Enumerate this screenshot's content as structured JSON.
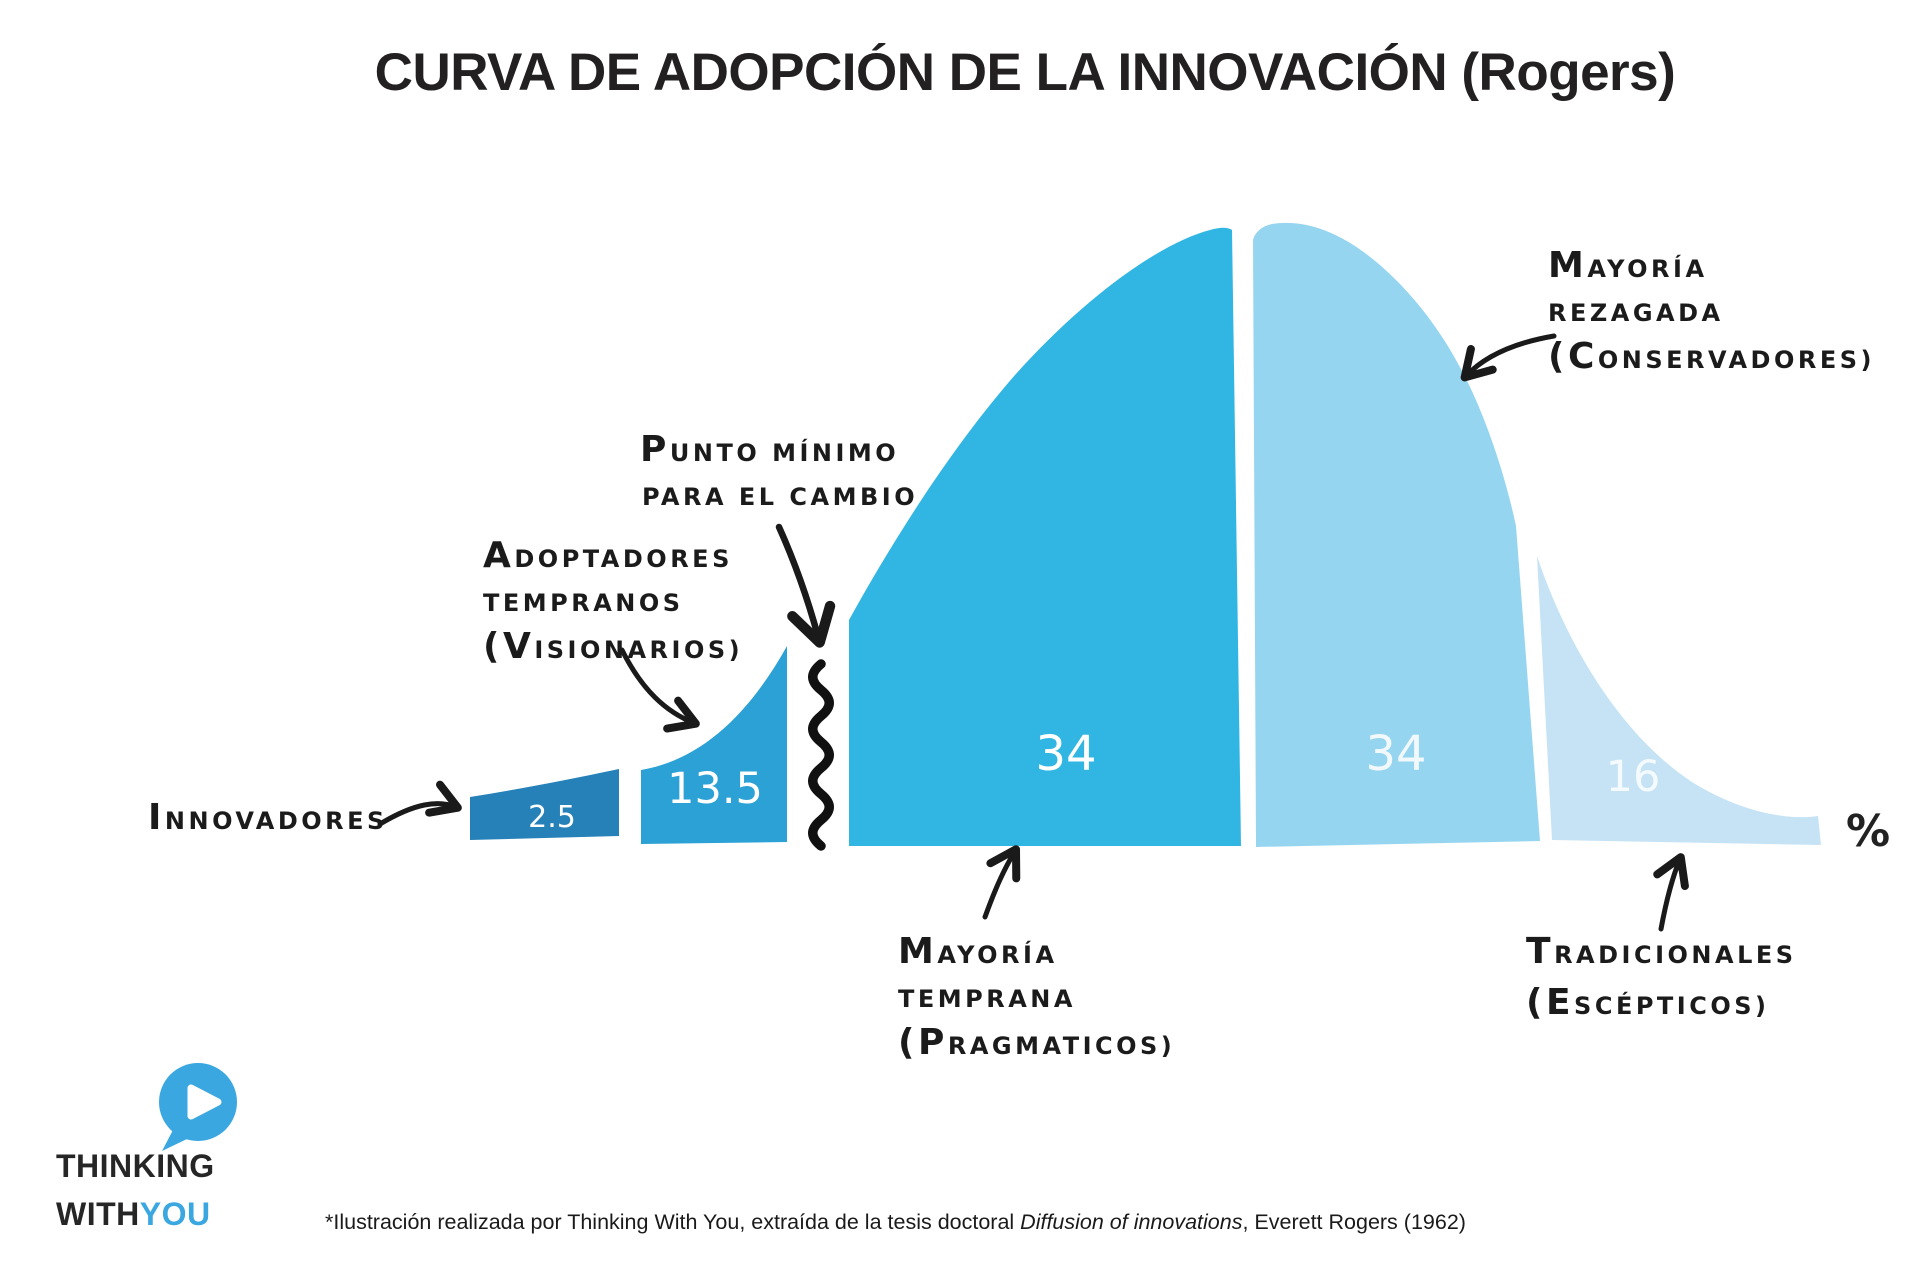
{
  "title": "CURVA DE ADOPCIÓN DE LA INNOVACIÓN (Rogers)",
  "axis": {
    "unit_label": "%"
  },
  "palette": {
    "background": "#ffffff",
    "ink": "#1b1b1b",
    "logo_blue": "#3aa7e0"
  },
  "segments": [
    {
      "id": "innovadores",
      "label": "2.5",
      "color": "#2581b7",
      "text_color": "#ffffff"
    },
    {
      "id": "adoptadores-tempranos",
      "label": "13.5",
      "color": "#2ba1d6",
      "text_color": "#ffffff"
    },
    {
      "id": "mayoria-temprana",
      "label": "34",
      "color": "#31b6e3",
      "text_color": "#ffffff"
    },
    {
      "id": "mayoria-rezagada",
      "label": "34",
      "color": "#96d5f0",
      "text_color": "#f2f9fd"
    },
    {
      "id": "tradicionales",
      "label": "16",
      "color": "#c6e3f5",
      "text_color": "#f4fafd"
    }
  ],
  "annotations": {
    "innovadores": {
      "lines": [
        "INNOVADORES"
      ]
    },
    "adoptadores": {
      "lines": [
        "ADOPTADORES",
        "TEMPRANOS",
        "(VISIONARIOS)"
      ]
    },
    "punto_minimo": {
      "lines": [
        "PUNTO MÍNIMO",
        "PARA EL CAMBIO"
      ]
    },
    "rezagada": {
      "lines": [
        "MAYORÍA",
        "REZAGADA",
        "(CONSERVADORES)"
      ]
    },
    "temprana": {
      "lines": [
        "MAYORÍA",
        "TEMPRANA",
        "(PRAGMATICOS)"
      ]
    },
    "tradicionales": {
      "lines": [
        "TRADICIONALES",
        "(ESCÉPTICOS)"
      ]
    }
  },
  "logo": {
    "line1": "THINKING",
    "line2_dark": "WITH",
    "line2_blue": "YOU"
  },
  "footer": {
    "prefix": "*Ilustración realizada por Thinking With You, extraída de la tesis doctoral ",
    "italic": "Diffusion of innovations",
    "suffix": ", Everett Rogers (1962)"
  },
  "chart_data": {
    "type": "area",
    "title": "CURVA DE ADOPCIÓN DE LA INNOVACIÓN (Rogers)",
    "categories": [
      "Innovadores",
      "Adoptadores tempranos (visionarios)",
      "Mayoría temprana (pragmaticos)",
      "Mayoría rezagada (conservadores)",
      "Tradicionales (escépticos)"
    ],
    "values": [
      2.5,
      13.5,
      34,
      34,
      16
    ],
    "unit": "%",
    "xlabel": "",
    "ylabel": "",
    "legend": "none",
    "grid": false,
    "shape": "bell curve split into 5 slices with white gaps",
    "extra_annotation": "Punto mínimo para el cambio (marked with a wavy vertical line between 13.5 and first 34 segment)"
  }
}
